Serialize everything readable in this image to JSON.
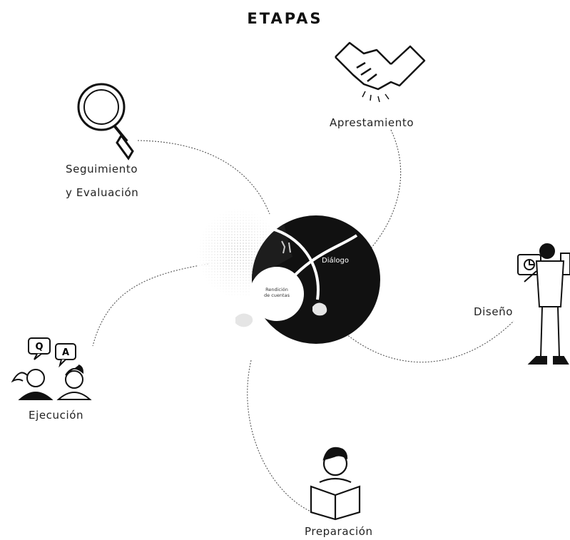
{
  "title": "ETAPAS",
  "stages": {
    "apprestamiento": "Aprestamiento",
    "seguimiento_1": "Seguimiento",
    "seguimiento_2": "y Evaluación",
    "diseno": "Diseño",
    "ejecucion": "Ejecución",
    "preparacion": "Preparación"
  },
  "center": {
    "dialogo": "Diálogo",
    "rendicion_1": "Rendición",
    "rendicion_2": "de cuentas"
  },
  "qa": {
    "q": "Q",
    "a": "A"
  },
  "colors": {
    "ink": "#111111",
    "line": "#555555",
    "paper": "#ffffff"
  }
}
